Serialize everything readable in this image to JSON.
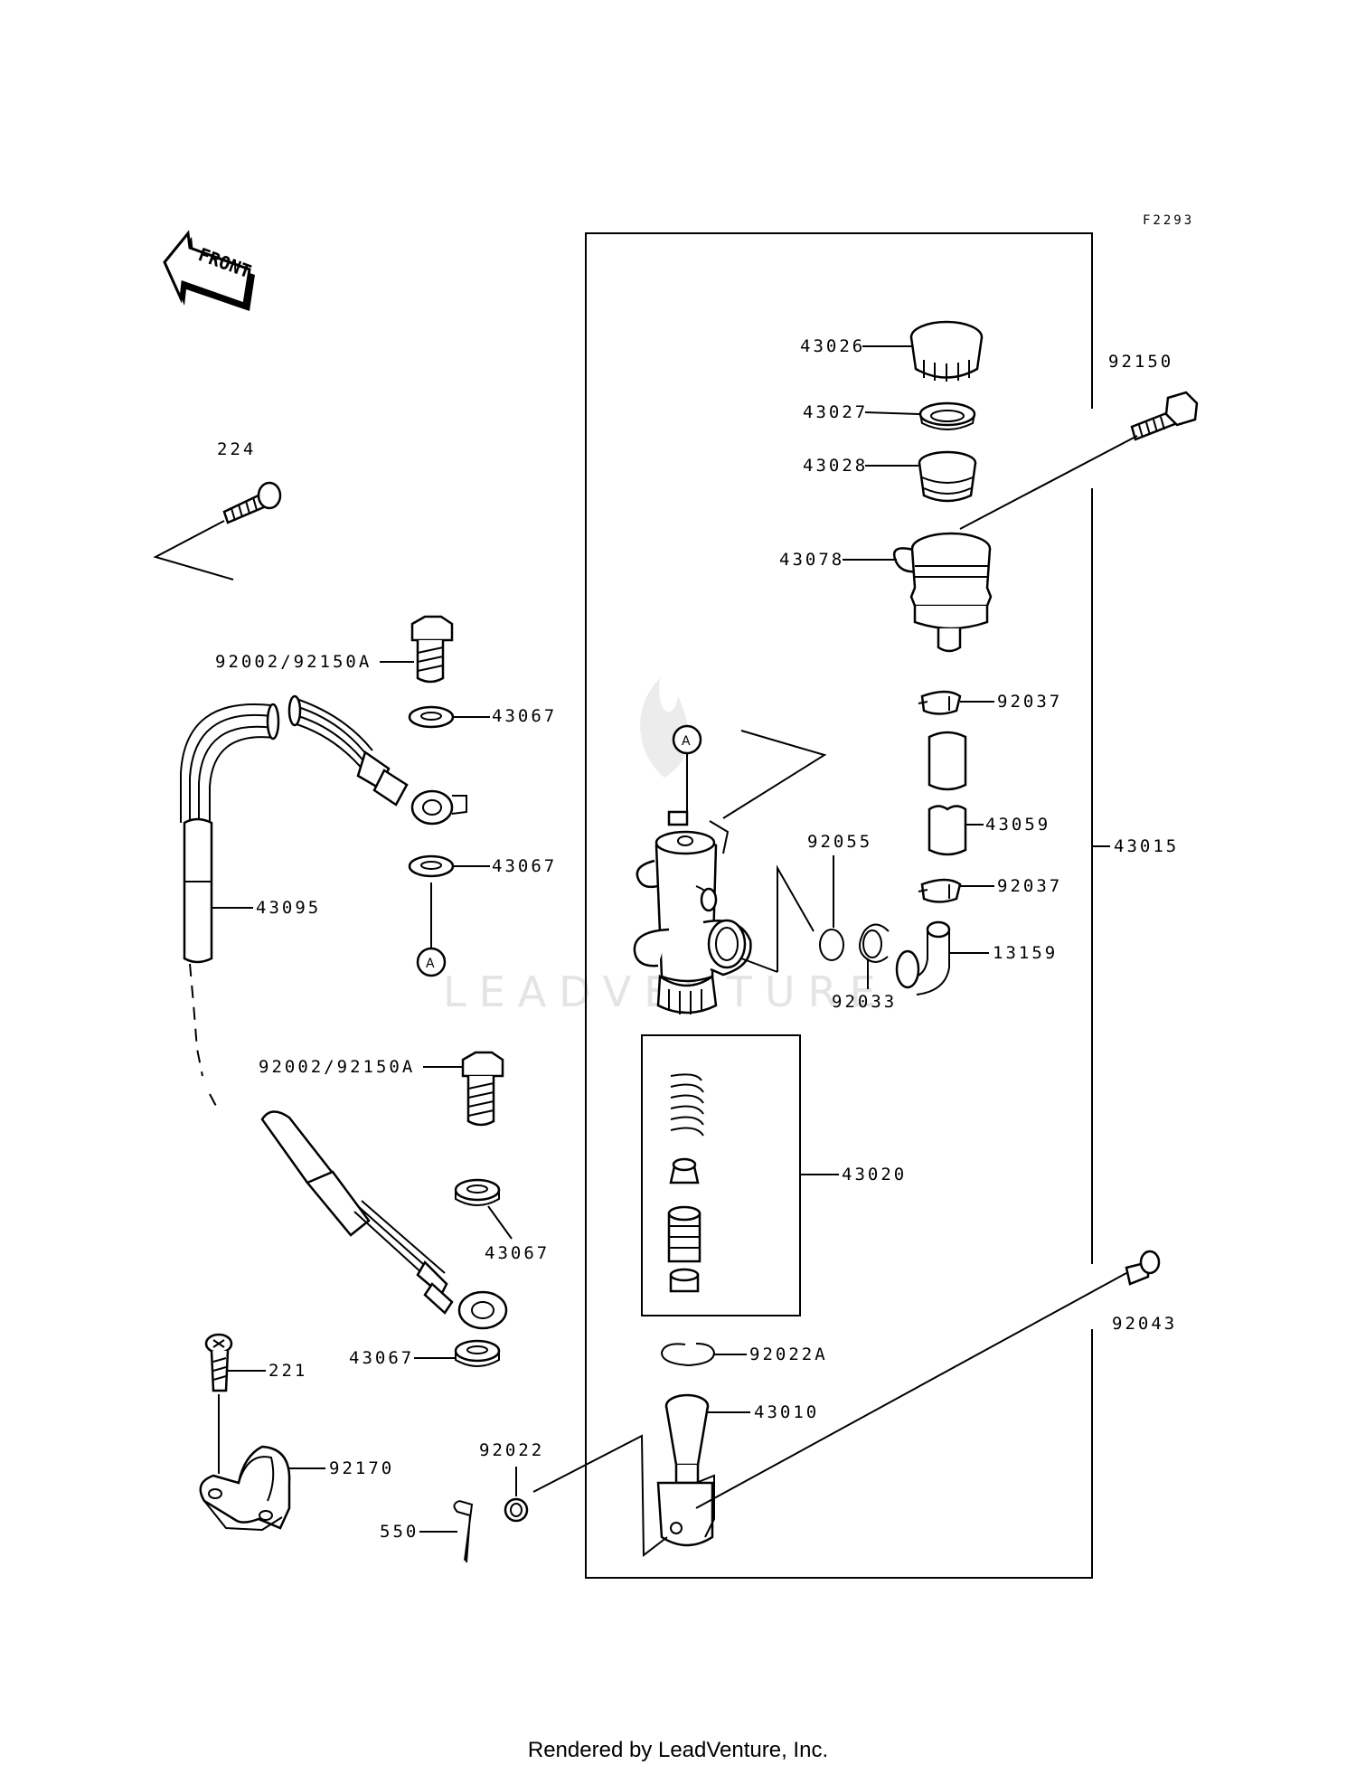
{
  "diagram_code": "F2293",
  "front_label": "FRONT",
  "watermark": "LEADVENTURE",
  "callout_letter": "A",
  "labels": {
    "p43026": "43026",
    "p43027": "43027",
    "p43028": "43028",
    "p43078": "43078",
    "p92150": "92150",
    "p224": "224",
    "p92002a": "92002/92150A",
    "p43067a": "43067",
    "p43067b": "43067",
    "p43095": "43095",
    "p92037a": "92037",
    "p43059": "43059",
    "p92055": "92055",
    "p43015": "43015",
    "p92037b": "92037",
    "p13159": "13159",
    "p92033": "92033",
    "p92002b": "92002/92150A",
    "p43020": "43020",
    "p43067c": "43067",
    "p92043": "92043",
    "p221": "221",
    "p43067d": "43067",
    "p92022a": "92022A",
    "p43010": "43010",
    "p92022": "92022",
    "p92170": "92170",
    "p550": "550"
  },
  "footer": "Rendered by LeadVenture, Inc."
}
